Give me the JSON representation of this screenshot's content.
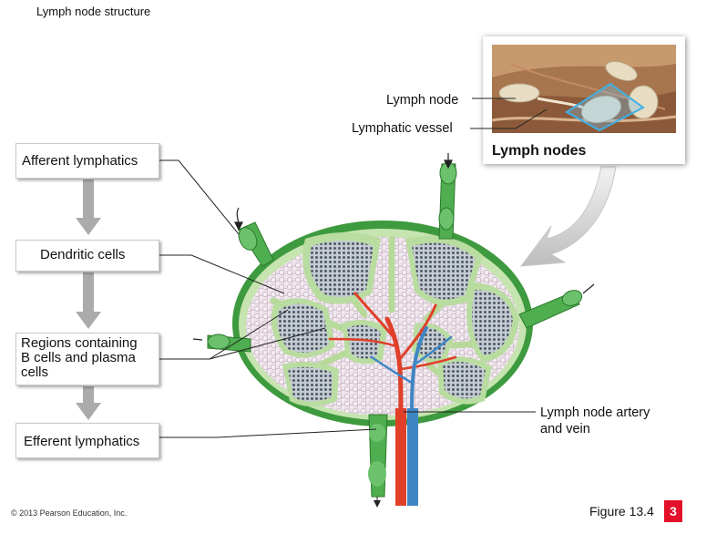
{
  "title": "Lymph node structure",
  "flow_boxes": {
    "afferent": "Afferent lymphatics",
    "dendritic": "Dendritic cells",
    "regions_line1": "Regions containing",
    "regions_line2": "B cells and plasma",
    "regions_line3": "cells",
    "efferent": "Efferent lymphatics"
  },
  "photo": {
    "lymph_node_label": "Lymph node",
    "lymphatic_vessel_label": "Lymphatic vessel",
    "caption": "Lymph nodes"
  },
  "artery_vein_line1": "Lymph node artery",
  "artery_vein_line2": "and vein",
  "copyright": "© 2013 Pearson Education, Inc.",
  "figure": "Figure 13.4",
  "badge": "3",
  "colors": {
    "capsule_green": "#3e9a3e",
    "light_green": "#c6e4b0",
    "follicle_gray": "#7f8a93",
    "artery_red": "#e0402a",
    "vein_blue": "#3f86c4",
    "badge_red": "#e4112a",
    "arrow_gray": "#a9a9a9"
  }
}
